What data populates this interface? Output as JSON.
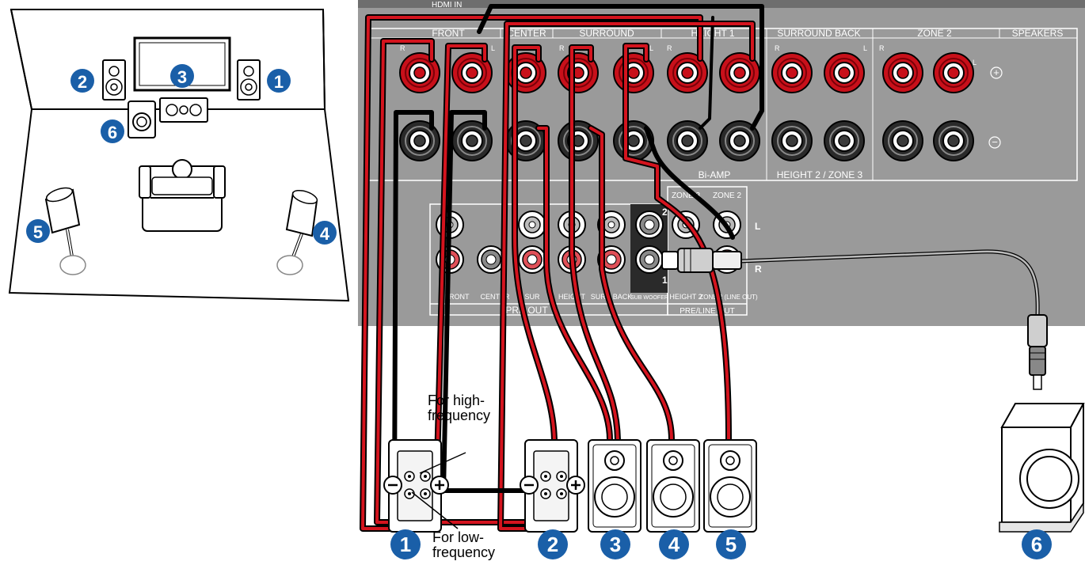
{
  "panel": {
    "top_label": "HDMI IN",
    "speakers_label": "SPEAKERS",
    "group_labels": [
      "FRONT",
      "CENTER",
      "SURROUND",
      "HEIGHT 1",
      "SURROUND BACK",
      "ZONE 2"
    ],
    "r": "R",
    "l": "L",
    "plus": "+",
    "minus": "−",
    "bi_amp": "Bi-AMP",
    "height2_zone3": "HEIGHT 2 / ZONE 3",
    "pre_out": "PRE OUT",
    "pre_line_out": "PRE/LINE OUT",
    "pre_out_labels": [
      "FRONT",
      "CENTER",
      "SUR",
      "HEIGHT",
      "SURR BACK",
      "SUB WOOFER"
    ],
    "zone3": "ZONE 3",
    "zone2": "ZONE 2",
    "height2": "HEIGHT 2",
    "zone_line": "ZONE 2 (LINE OUT)",
    "sub_num_2": "2",
    "sub_num_1": "1",
    "row_l": "L",
    "row_r": "R"
  },
  "notes": {
    "high_1": "For high-",
    "high_2": "frequency",
    "low_1": "For low-",
    "low_2": "frequency"
  },
  "badges": [
    "1",
    "2",
    "3",
    "4",
    "5",
    "6"
  ],
  "room_badges": [
    "1",
    "2",
    "3",
    "4",
    "5",
    "6"
  ],
  "colors": {
    "panel": "#9a9a9a",
    "panel_dark": "#7d7d7d",
    "badge": "#1a5fa8",
    "wire_red": "#d4141e",
    "terminal_red": "#c8101a"
  }
}
